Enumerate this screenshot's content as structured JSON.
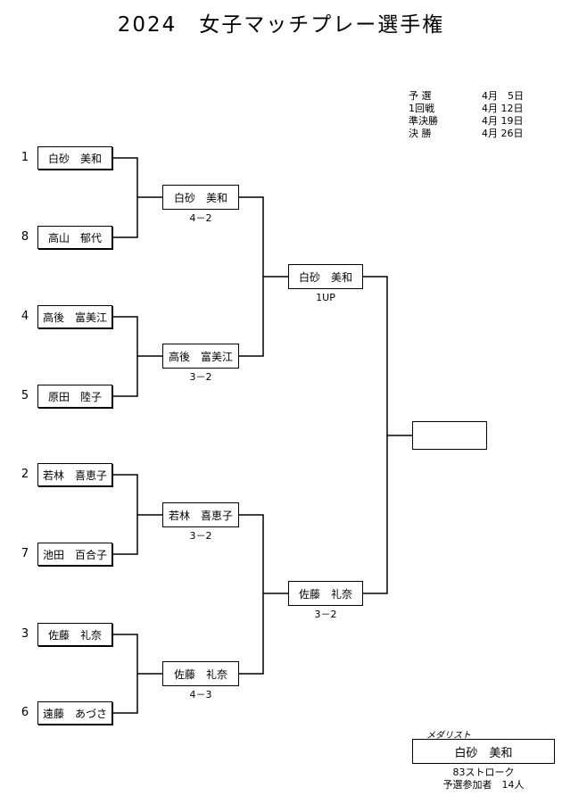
{
  "title": "2024　女子マッチプレー選手権",
  "schedule": [
    {
      "name": "予 選",
      "date": "4月　5日"
    },
    {
      "name": "1回戦",
      "date": "4月 12日"
    },
    {
      "name": "準決勝",
      "date": "4月 19日"
    },
    {
      "name": "決 勝",
      "date": "4月 26日"
    }
  ],
  "round1": [
    {
      "seed": "1",
      "name": "白砂　美和"
    },
    {
      "seed": "8",
      "name": "高山　郁代"
    },
    {
      "seed": "4",
      "name": "高後　富美江"
    },
    {
      "seed": "5",
      "name": "原田　陸子"
    },
    {
      "seed": "2",
      "name": "若林　喜恵子"
    },
    {
      "seed": "7",
      "name": "池田　百合子"
    },
    {
      "seed": "3",
      "name": "佐藤　礼奈"
    },
    {
      "seed": "6",
      "name": "遠藤　あづさ"
    }
  ],
  "round2": [
    {
      "name": "白砂　美和",
      "score": "4－2"
    },
    {
      "name": "高後　富美江",
      "score": "3－2"
    },
    {
      "name": "若林　喜恵子",
      "score": "3－2"
    },
    {
      "name": "佐藤　礼奈",
      "score": "4－3"
    }
  ],
  "semis": [
    {
      "name": "白砂　美和",
      "score": "1UP"
    },
    {
      "name": "佐藤　礼奈",
      "score": "3－2"
    }
  ],
  "final": {
    "name": ""
  },
  "medalist": {
    "caption": "メダリスト",
    "name": "白砂　美和",
    "strokes": "83ストローク",
    "participants": "予選参加者　14人"
  }
}
